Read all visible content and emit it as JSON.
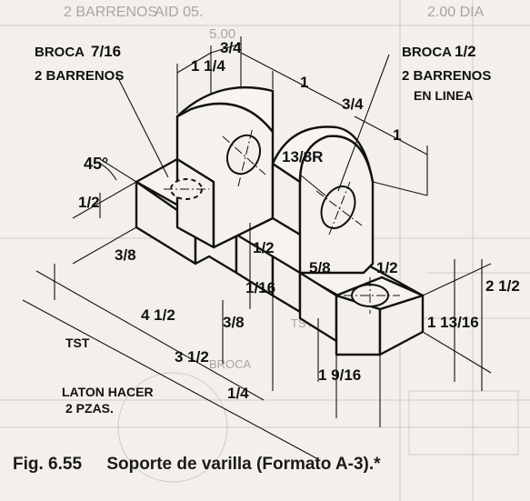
{
  "drawing": {
    "broca_left": {
      "label": "BROCA",
      "fraction": "7/16",
      "count": "2 BARRENOS"
    },
    "broca_right": {
      "label": "BROCA",
      "fraction": "1/2",
      "count": "2 BARRENOS",
      "note": "EN LINEA"
    },
    "angle": "45°",
    "radius": "13/8R",
    "dims": {
      "top_1_1_4": "1 1/4",
      "top_3_4_a": "3/4",
      "top_1_a": "1",
      "top_3_4_b": "3/4",
      "top_1_b": "1",
      "left_1_2": "1/2",
      "left_3_8": "3/8",
      "mid_1_2": "1/2",
      "mid_1_16": "1/16",
      "mid_5_8": "5/8",
      "right_1_2": "1/2",
      "bot_4_1_2": "4 1/2",
      "bot_3_8": "3/8",
      "bot_3_1_2": "3 1/2",
      "bot_1_4": "1/4",
      "bot_1_9_16": "1 9/16",
      "right_1_13_16": "1 13/16",
      "right_2_1_2": "2 1/2"
    },
    "tst": "TST",
    "material": "LATON HACER",
    "quantity": "2 PZAS.",
    "background_text": [
      "2 BARRENOS",
      "AID 05.",
      "2.00 DIA",
      "5.00",
      "TST",
      "BROCA"
    ]
  },
  "caption": {
    "fig": "Fig. 6.55",
    "title": "Soporte de varilla (Formato A-3).*"
  }
}
